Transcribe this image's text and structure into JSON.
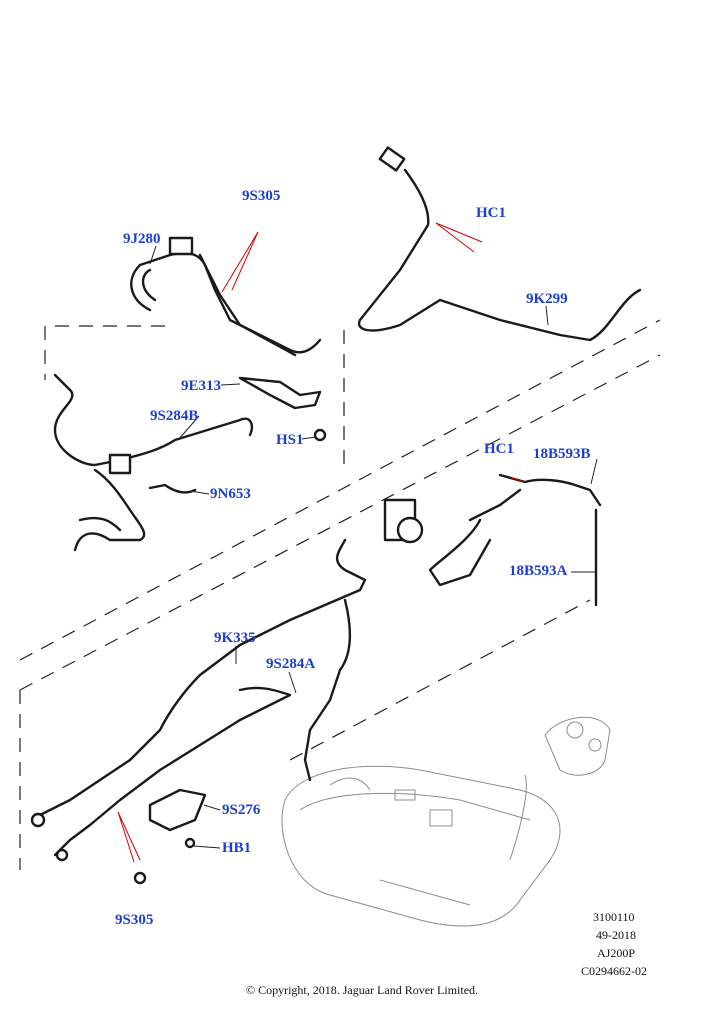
{
  "callouts": {
    "c9S305_top": "9S305",
    "c9J280": "9J280",
    "cHC1_top": "HC1",
    "c9K299": "9K299",
    "c9E313": "9E313",
    "c9S284B": "9S284B",
    "cHS1": "HS1",
    "c9N653": "9N653",
    "cHC1_mid": "HC1",
    "c18B593B": "18B593B",
    "c18B593A": "18B593A",
    "c9K335": "9K335",
    "c9S284A": "9S284A",
    "c9S276": "9S276",
    "cHB1": "HB1",
    "c9S305_bottom": "9S305"
  },
  "meta": {
    "line1": "3100110",
    "line2": "49-2018",
    "line3": "AJ200P",
    "line4": "C0294662-02"
  },
  "copyright": "© Copyright, 2018. Jaguar Land Rover Limited.",
  "colors": {
    "callout": "#1c3fd1",
    "leader": "#d40000",
    "line_art": "#1a1a1a",
    "ghost": "#8c8c8c"
  }
}
